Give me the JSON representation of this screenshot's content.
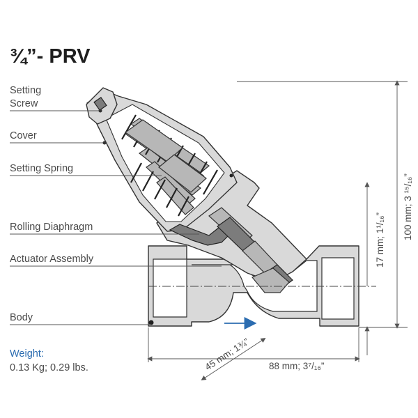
{
  "title": "¾”- PRV",
  "labels": {
    "setting_screw_line1": "Setting",
    "setting_screw_line2": "Screw",
    "cover": "Cover",
    "setting_spring": "Setting Spring",
    "rolling_diaphragm": "Rolling Diaphragm",
    "actuator_assembly": "Actuator Assembly",
    "body": "Body"
  },
  "weight": {
    "heading": "Weight:",
    "value": "0.13 Kg; 0.29 lbs."
  },
  "dimensions": {
    "height": "100 mm; 3 ¹⁵/₁₆”",
    "port_offset": "17 mm; 1¹/₁₆”",
    "length": "88 mm; 3⁷/₁₆”",
    "diagonal": "45 mm; 1¾”"
  },
  "colors": {
    "wall_fill": "#d9d9d9",
    "spring_fill": "#b7b7b7",
    "flow_arrow": "#2b6cb0",
    "weight_heading": "#2b6cb0"
  }
}
